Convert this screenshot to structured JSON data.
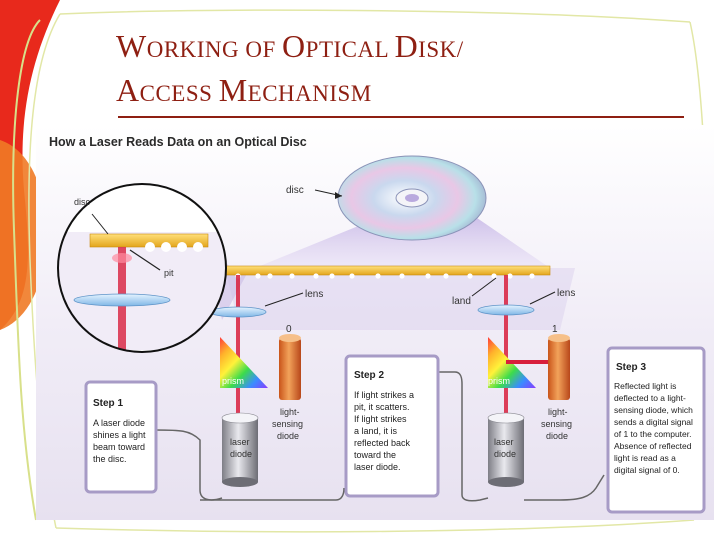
{
  "slide": {
    "title_line1_parts": [
      "W",
      "ORKING OF ",
      "O",
      "PTICAL ",
      "D",
      "ISK/"
    ],
    "title_line2_parts": [
      "A",
      "CCESS ",
      "M",
      "ECHANISM"
    ]
  },
  "diagram": {
    "heading": "How a Laser Reads Data on an Optical Disc",
    "labels": {
      "disc_main": "disc",
      "disc_inset": "disc",
      "pit": "pit",
      "lens_left": "lens",
      "lens_right": "lens",
      "land": "land",
      "zero": "0",
      "one": "1",
      "prism_left": "prism",
      "prism_right": "prism",
      "sensor_left": [
        "light-",
        "sensing",
        "diode"
      ],
      "sensor_right": [
        "light-",
        "sensing",
        "diode"
      ],
      "laser_left": [
        "laser",
        "diode"
      ],
      "laser_right": [
        "laser",
        "diode"
      ]
    },
    "steps": [
      {
        "title": "Step 1",
        "lines": [
          "A laser diode",
          "shines a light",
          "beam toward",
          "the disc."
        ]
      },
      {
        "title": "Step 2",
        "lines": [
          "If light strikes a",
          "pit, it scatters.",
          "If light strikes",
          "a land, it is",
          "reflected back",
          "toward the",
          "laser diode."
        ]
      },
      {
        "title": "Step 3",
        "lines": [
          "Reflected light is",
          "deflected to a light-",
          "sensing diode, which",
          "sends a digital signal",
          "of 1 to the computer.",
          "Absence of reflected",
          "light is read as a",
          "digital signal of 0."
        ]
      }
    ]
  },
  "colors": {
    "title": "#8e1f12",
    "beam": "#d81f3c",
    "disc_strip": "#f2c22e",
    "cone": "#c9b8e6",
    "panel_border": "#a79bc6"
  }
}
